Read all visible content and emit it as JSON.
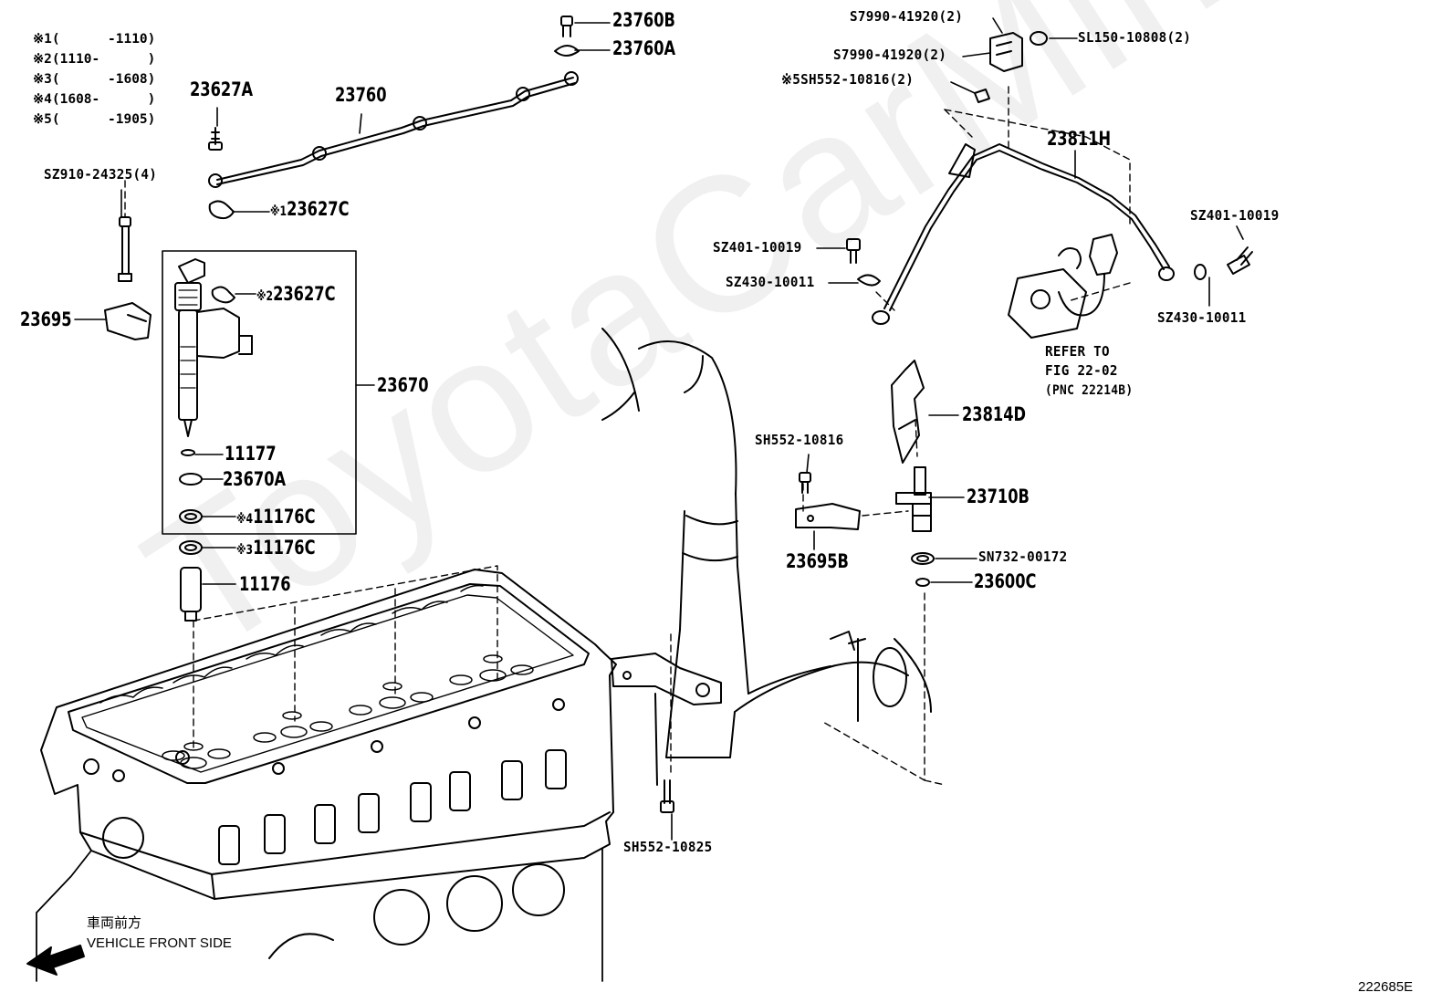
{
  "notes": [
    {
      "mark": "※1",
      "range": "(      -1110)"
    },
    {
      "mark": "※2",
      "range": "(1110-      )"
    },
    {
      "mark": "※3",
      "range": "(      -1608)"
    },
    {
      "mark": "※4",
      "range": "(1608-      )"
    },
    {
      "mark": "※5",
      "range": "(      -1905)"
    }
  ],
  "parts": {
    "p23760B": "23760B",
    "p23760A": "23760A",
    "p23627A": "23627A",
    "p23760": "23760",
    "pSZ910": "SZ910-24325(4)",
    "p23627C_1_mark": "※1",
    "p23627C_1": "23627C",
    "p23695": "23695",
    "p23627C_2_mark": "※2",
    "p23627C_2": "23627C",
    "p23670": "23670",
    "p11177": "11177",
    "p23670A": "23670A",
    "p11176C_4_mark": "※4",
    "p11176C_4": "11176C",
    "p11176C_3_mark": "※3",
    "p11176C_3": "11176C",
    "p11176": "11176",
    "pS7990_a": "S7990-41920(2)",
    "pS7990_b": "S7990-41920(2)",
    "pSL150": "SL150-10808(2)",
    "pSH552_5_mark": "※5",
    "pSH552_5": "SH552-10816(2)",
    "p23811H": "23811H",
    "pSZ401_left": "SZ401-10019",
    "pSZ430_left": "SZ430-10011",
    "pSZ401_right": "SZ401-10019",
    "pSZ430_right": "SZ430-10011",
    "refer_1": "REFER TO",
    "refer_2": "FIG 22-02",
    "refer_3": "(PNC 22214B)",
    "p23814D": "23814D",
    "pSH552_10816": "SH552-10816",
    "p23710B": "23710B",
    "p23695B": "23695B",
    "pSN732": "SN732-00172",
    "p23600C": "23600C",
    "pSH552_10825": "SH552-10825"
  },
  "front_jp": "車両前方",
  "front_en": "VEHICLE FRONT SIDE",
  "fig_code": "222685E",
  "watermark": "ToyotaCarMine.ru"
}
